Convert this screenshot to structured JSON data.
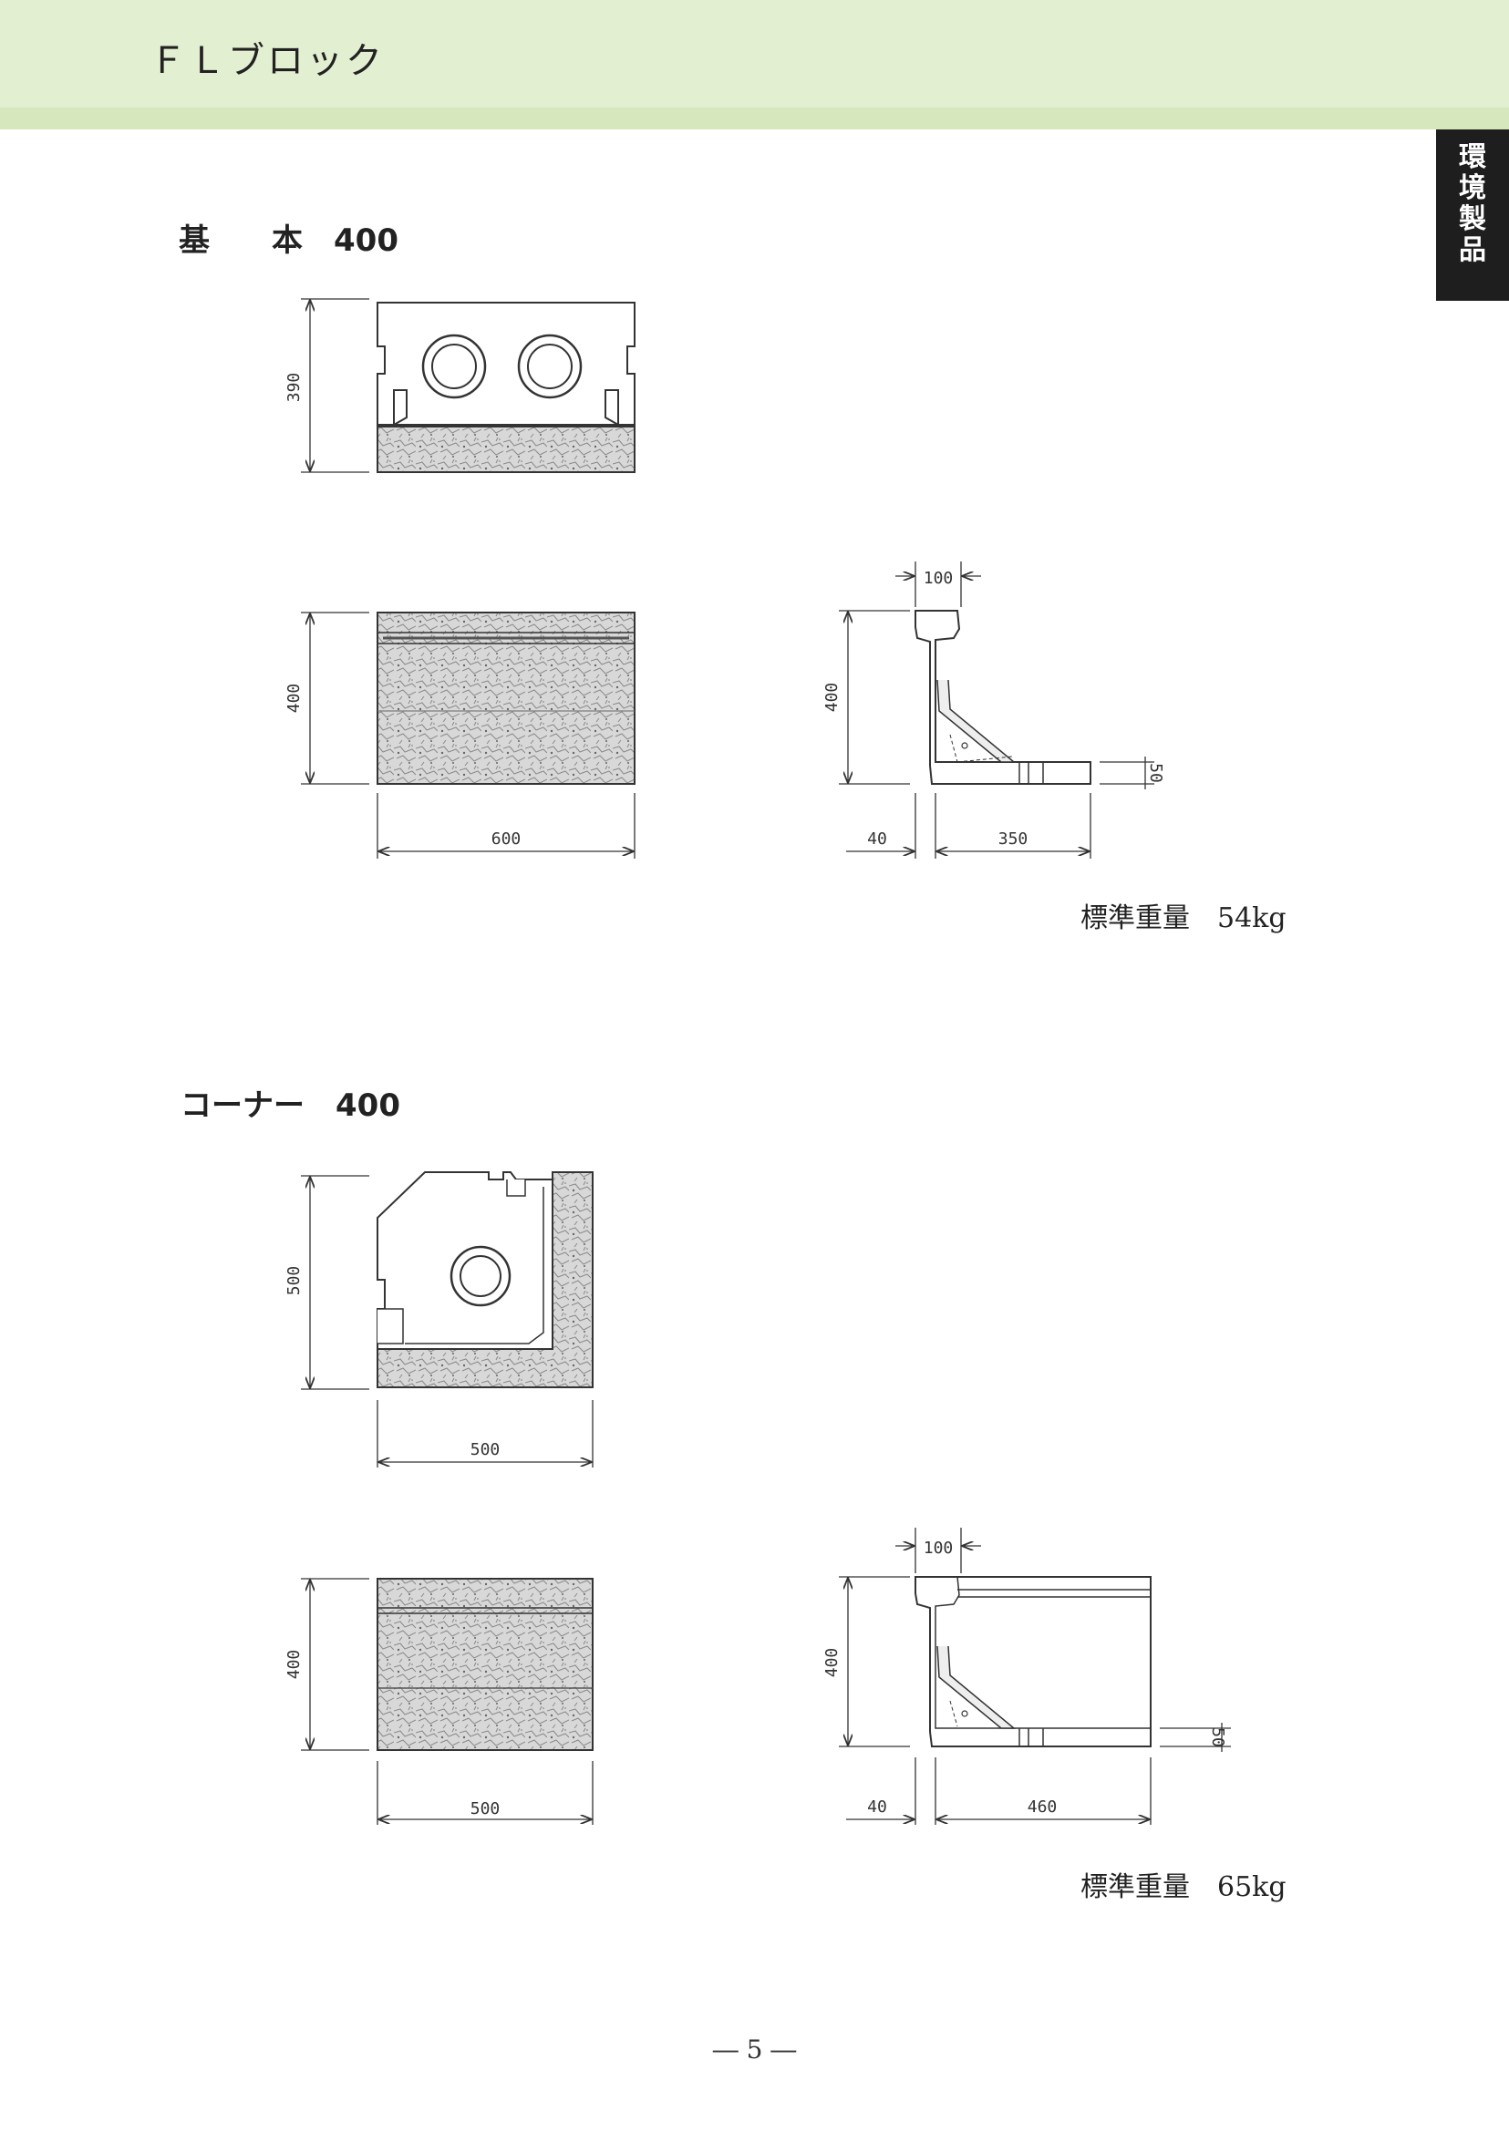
{
  "header": {
    "title": "ＦＬブロック"
  },
  "side_tab": {
    "label": "環境製品"
  },
  "sections": [
    {
      "title": "基　　本　400",
      "dims": {
        "top_height": "390",
        "front_height": "400",
        "front_width": "600",
        "side_top": "100",
        "side_height": "400",
        "side_left": "40",
        "side_base": "350",
        "side_thick": "50"
      },
      "weight_label": "標準重量",
      "weight_value": "54kg"
    },
    {
      "title": "コーナー　400",
      "dims": {
        "top_height": "500",
        "top_width": "500",
        "front_height": "400",
        "front_width": "500",
        "side_top": "100",
        "side_height": "400",
        "side_left": "40",
        "side_base": "460",
        "side_thick": "50"
      },
      "weight_label": "標準重量",
      "weight_value": "65kg"
    }
  ],
  "page_number": "― 5 ―"
}
